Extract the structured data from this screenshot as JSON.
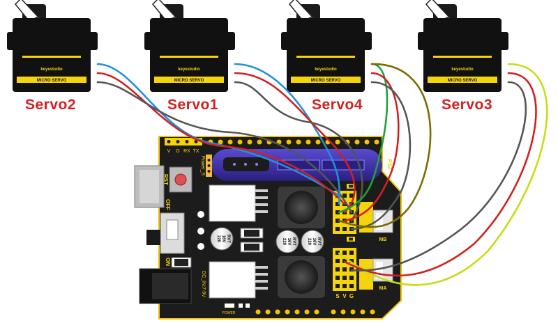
{
  "servos": [
    {
      "label": "Servo2",
      "brand": "keyestudio",
      "model": "MICRO SERVO"
    },
    {
      "label": "Servo1",
      "brand": "keyestudio",
      "model": "MICRO SERVO"
    },
    {
      "label": "Servo4",
      "brand": "keyestudio",
      "model": "MICRO SERVO"
    },
    {
      "label": "Servo3",
      "brand": "keyestudio",
      "model": "MICRO SERVO"
    }
  ],
  "board": {
    "serial_pins": [
      "V",
      "G",
      "RX",
      "TX"
    ],
    "rst": "RST",
    "off": "OFF",
    "on": "ON",
    "power_s": "Power_S",
    "ps2": "PS2",
    "mb": "MB",
    "ma": "MA",
    "dc_in": "DC_IN:7-9V",
    "power": "POWER",
    "svg": [
      "S",
      "V",
      "G"
    ],
    "capacitor": [
      "220",
      "16V",
      "RVT"
    ]
  },
  "colors": {
    "board": "#1c1c1c",
    "pcb_outline": "#f2c500",
    "servo_stripe": "#f5d40c",
    "label_red": "#d42020",
    "wire_signal_1": "#1e90e0",
    "wire_signal_2": "#1fa23a",
    "wire_signal_3": "#7a6d00",
    "wire_signal_4": "#c8dc14",
    "wire_power": "#d22020",
    "wire_ground": "#555555"
  }
}
